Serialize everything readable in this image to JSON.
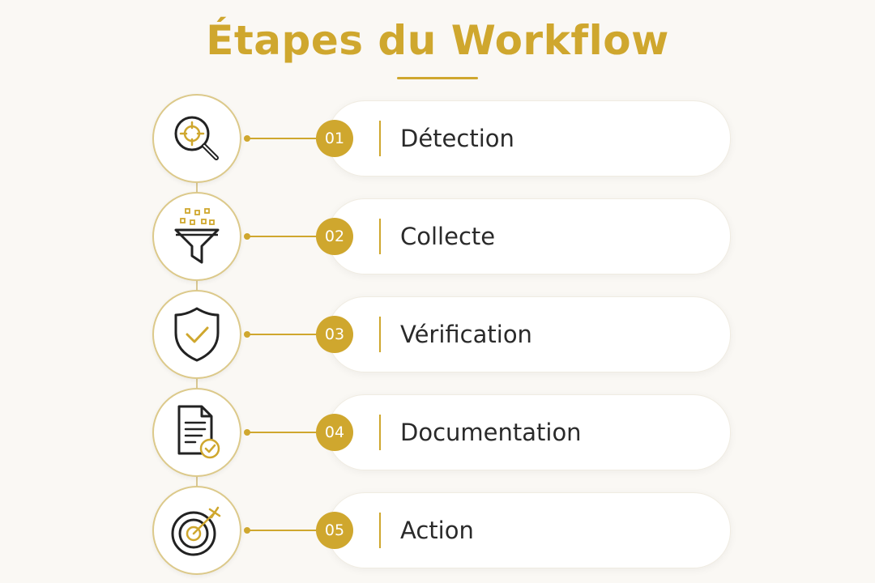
{
  "title": "Étapes du Workflow",
  "accent_color": "#cfa72e",
  "steps": [
    {
      "number": "01",
      "label": "Détection",
      "icon": "magnifier-target-icon"
    },
    {
      "number": "02",
      "label": "Collecte",
      "icon": "funnel-icon"
    },
    {
      "number": "03",
      "label": "Vérification",
      "icon": "shield-check-icon"
    },
    {
      "number": "04",
      "label": "Documentation",
      "icon": "document-check-icon"
    },
    {
      "number": "05",
      "label": "Action",
      "icon": "target-arrow-icon"
    }
  ]
}
